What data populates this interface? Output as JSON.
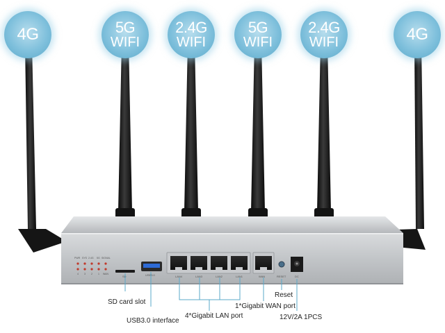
{
  "antennas": [
    {
      "line1": "4G",
      "line2": ""
    },
    {
      "line1": "5G",
      "line2": "WIFI"
    },
    {
      "line1": "2.4G",
      "line2": "WIFI"
    },
    {
      "line1": "5G",
      "line2": "WIFI"
    },
    {
      "line1": "2.4G",
      "line2": "WIFI"
    },
    {
      "line1": "4G",
      "line2": ""
    }
  ],
  "callouts": {
    "sd_card": "SD card slot",
    "usb": "USB3.0 interface",
    "lan": "4*Gigabit LAN port",
    "wan": "1*Gigabit WAN port",
    "reset": "Reset",
    "power": "12V/2A 1PCS"
  },
  "panel_labels": {
    "usb": "USB3.0",
    "lan4": "LAN4",
    "lan3": "LAN3",
    "lan2": "LAN2",
    "lan1": "LAN1",
    "wan": "WAN",
    "reset": "RESET",
    "dc": "DC",
    "sd": "SD",
    "led_top": [
      "PWR",
      "SYS",
      "2.4G",
      "5G",
      "SIGNAL"
    ],
    "led_bottom": [
      "4",
      "3",
      "2",
      "1",
      "WAN"
    ]
  },
  "colors": {
    "badge": "#7fc0dc",
    "antenna": "#1a1a1a",
    "chassis": "#b9bcbf",
    "callout_line": "#5aa9ca"
  }
}
